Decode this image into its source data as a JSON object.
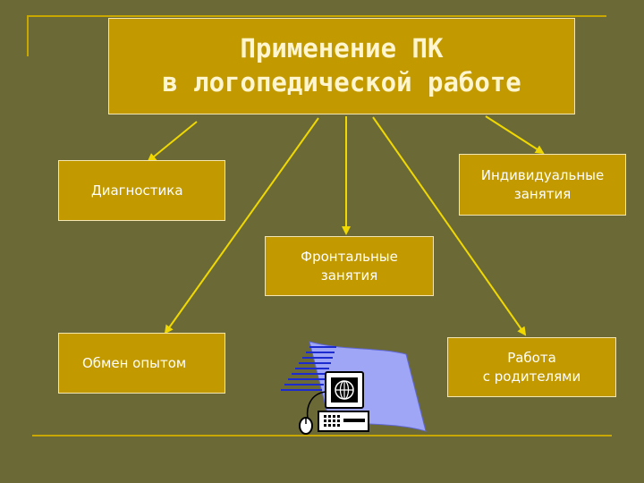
{
  "title": {
    "line1": "Применение ПК",
    "line2": "в логопедической работе"
  },
  "nodes": {
    "diagnostics": "Диагностика",
    "individual": {
      "line1": "Индивидуальные",
      "line2": "занятия"
    },
    "frontal": {
      "line1": "Фронтальные",
      "line2": "занятия"
    },
    "experience": "Обмен опытом",
    "parents": {
      "line1": "Работа",
      "line2": "с родителями"
    }
  },
  "colors": {
    "background": "#6b6a36",
    "box_fill": "#c29a00",
    "box_border": "#f3e6b0",
    "arrow": "#f0d800",
    "frame_line": "#c8a800"
  },
  "clipart": {
    "icon": "computer-icon"
  }
}
